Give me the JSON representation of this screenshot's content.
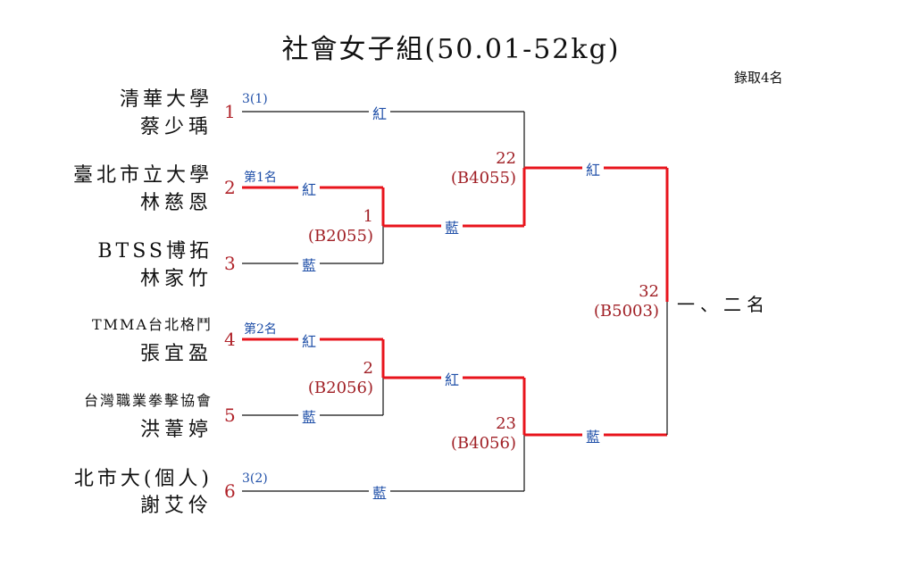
{
  "title": "社會女子組(50.01-52kg)",
  "quota": "錄取4名",
  "colors": {
    "winner_line": "#e8141c",
    "line": "#111111",
    "seed": "#b0232a",
    "corner": "#1f4fa8",
    "match": "#a01f25"
  },
  "participants": [
    {
      "seed": "1",
      "team": "清華大學",
      "name": "蔡少瑀",
      "note": "3(1)",
      "corner": "紅"
    },
    {
      "seed": "2",
      "team": "臺北市立大學",
      "name": "林慈恩",
      "note": "第1名",
      "corner": "紅"
    },
    {
      "seed": "3",
      "team": "BTSS博拓",
      "name": "林家竹",
      "note": "",
      "corner": "藍"
    },
    {
      "seed": "4",
      "team": "TMMA台北格鬥",
      "name": "張宜盈",
      "note": "第2名",
      "corner": "紅"
    },
    {
      "seed": "5",
      "team": "台灣職業拳擊協會",
      "name": "洪葦婷",
      "note": "",
      "corner": "藍"
    },
    {
      "seed": "6",
      "team": "北市大(個人)",
      "name": "謝艾伶",
      "note": "3(2)",
      "corner": "藍"
    }
  ],
  "matches": [
    {
      "number": "1",
      "code": "(B2055)",
      "winner_corner": "藍"
    },
    {
      "number": "2",
      "code": "(B2056)",
      "winner_corner": "紅"
    },
    {
      "number": "22",
      "code": "(B4055)",
      "winner_corner": "紅"
    },
    {
      "number": "23",
      "code": "(B4056)",
      "winner_corner": "藍"
    },
    {
      "number": "32",
      "code": "(B5003)"
    }
  ],
  "final_label": "一、二名"
}
